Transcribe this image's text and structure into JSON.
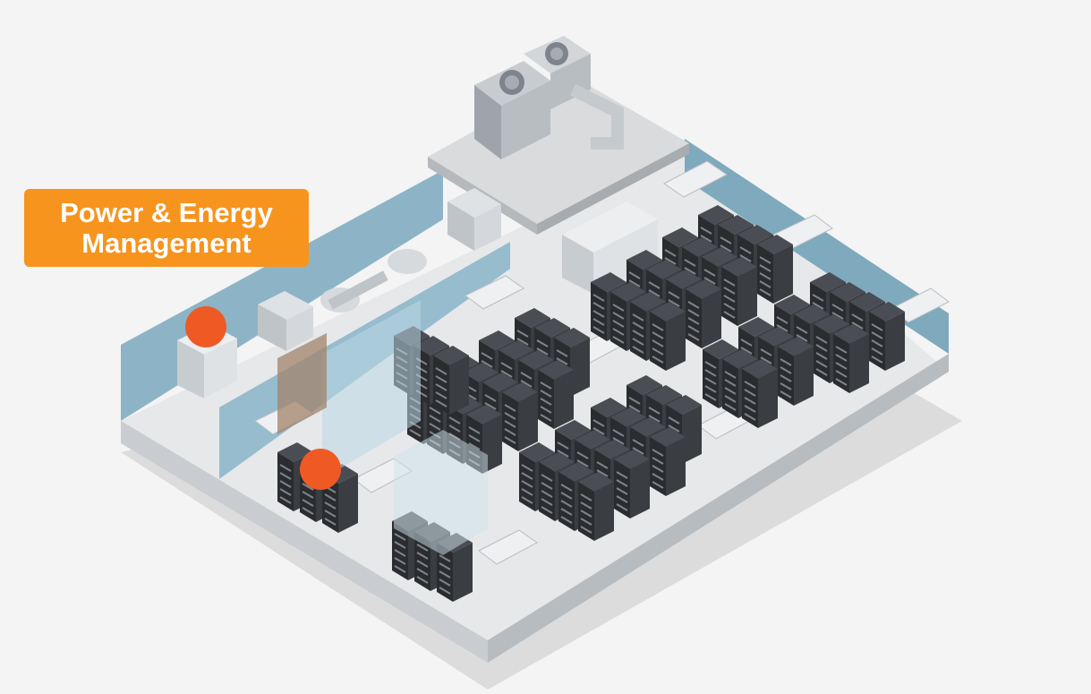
{
  "title": {
    "line1": "Power & Energy",
    "line2": "Management"
  },
  "colors": {
    "background": "#f4f4f4",
    "badge": "#f7941d",
    "marker": "#ef5a24",
    "wall": "#8fb3c4",
    "floor": "#e3e5e7",
    "rack": "#2f3136"
  },
  "markers": [
    {
      "name": "ups-power-marker"
    },
    {
      "name": "rack-row-marker"
    }
  ],
  "icons": [
    "chiller-unit",
    "ups-cabinet",
    "server-rack",
    "crac-unit",
    "switchgear-panel",
    "pump-station"
  ]
}
